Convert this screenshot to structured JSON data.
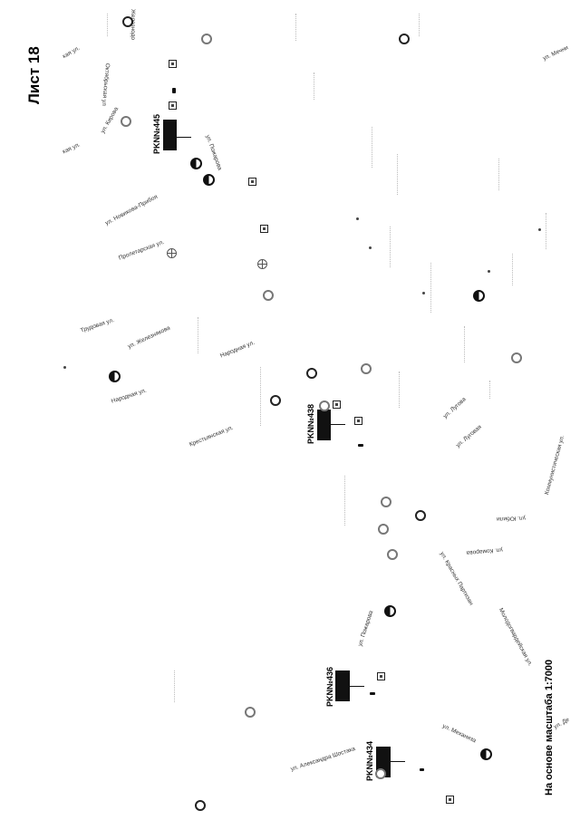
{
  "sheet": {
    "title": "Лист 18"
  },
  "scale_note": "На основе масштаба 1:7000",
  "markers": [
    {
      "id": "pk445",
      "label": "PKN№445"
    },
    {
      "id": "pk438",
      "label": "PKN№438"
    },
    {
      "id": "pk436",
      "label": "PKN№436"
    },
    {
      "id": "pk434",
      "label": "PKN№434"
    }
  ],
  "streets": [
    "ул. Мечни",
    "Железнодо",
    "кая ул.",
    "Октябрьская ул",
    "кая ул.",
    "ул. Кирова",
    "ул. Пожарова",
    "ул. Новикова-Прибоя",
    "Пролетарская ул.",
    "Трудовая ул.",
    "ул. Железнякова",
    "Народная ул.",
    "Народная ул.",
    "Крестьянская ул.",
    "ул. Лугова",
    "ул. Луговая",
    "Коммунистическая ул.",
    "ул. Юбили",
    "ул. Комарова",
    "ул. Красных Партизан",
    "ул. Пожарова",
    "Молодогвардейская ул.",
    "ул. Александра Шостака",
    "ул. Механиза",
    "ул. Де"
  ],
  "colors": {
    "ink": "#111111",
    "background": "#ffffff",
    "faint": "#c8c8c8"
  }
}
